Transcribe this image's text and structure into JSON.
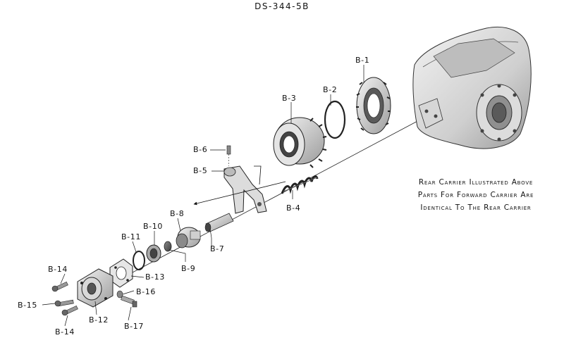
{
  "title": "DS-344-5B",
  "note": {
    "lines": [
      "Rear Carrier Illustrated Above",
      "Parts For Forward Carrier Are",
      "Identical To The Rear Carrier"
    ]
  },
  "labels": {
    "b1": "B-1",
    "b2": "B-2",
    "b3": "B-3",
    "b4": "B-4",
    "b5": "B-5",
    "b6": "B-6",
    "b7": "B-7",
    "b8": "B-8",
    "b9": "B-9",
    "b10": "B-10",
    "b11": "B-11",
    "b12": "B-12",
    "b13": "B-13",
    "b14_top": "B-14",
    "b15": "B-15",
    "b14_bottom": "B-14",
    "b16": "B-16",
    "b17": "B-17"
  }
}
